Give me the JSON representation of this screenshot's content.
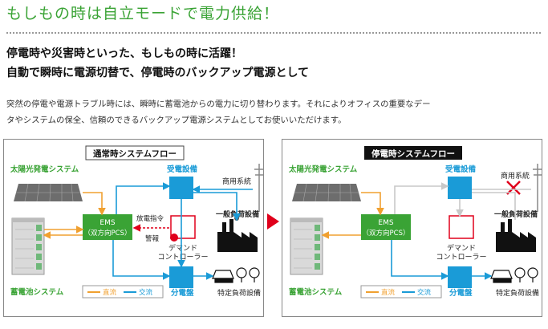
{
  "page_title": "もしもの時は自立モードで電力供給！",
  "subtitle_line1": "停電時や災害時といった、もしもの時に活躍！",
  "subtitle_line2": "自動で瞬時に電源切替で、停電時のバックアップ電源として",
  "description_line1": "突然の停電や電源トラブル時には、瞬時に蓄電池からの電力に切り替わります。それによりオフィスの重要なデー",
  "description_line2": "タやシステムの保全、信頼のできるバックアップ電源システムとしてお使いいただけます。",
  "panels": {
    "normal": {
      "title": "通常時システムフロー",
      "solar": "太陽光発電システム",
      "receiving": "受電設備",
      "grid": "商用系統",
      "ems_line1": "EMS",
      "ems_line2": "（双方向PCS）",
      "discharge_cmd": "放電指令",
      "alarm": "警報",
      "general_load": "一般負荷設備",
      "demand_line1": "デマンド",
      "demand_line2": "コントローラー",
      "battery": "蓄電池システム",
      "legend_dc": "直流",
      "legend_ac": "交流",
      "distribution": "分電盤",
      "specific_load": "特定負荷設備"
    },
    "outage": {
      "title": "停電時システムフロー",
      "solar": "太陽光発電システム",
      "receiving": "受電設備",
      "grid": "商用系統",
      "ems_line1": "EMS",
      "ems_line2": "（双方向PCS）",
      "general_load": "一般負荷設備",
      "demand_line1": "デマンド",
      "demand_line2": "コントローラー",
      "battery": "蓄電池システム",
      "legend_dc": "直流",
      "legend_ac": "交流",
      "distribution": "分電盤",
      "specific_load": "特定負荷設備"
    }
  },
  "colors": {
    "green": "#3aa335",
    "blue": "#1a9bd7",
    "orange": "#f0a030",
    "red": "#e0001b",
    "grey": "#c8c8c8"
  }
}
